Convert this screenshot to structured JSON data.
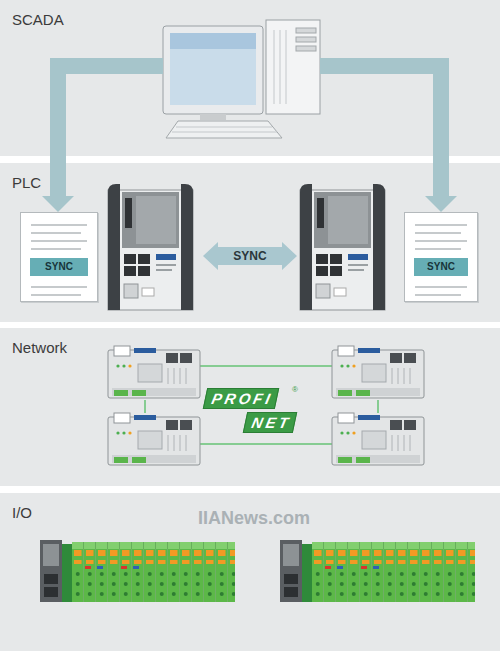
{
  "diagram": {
    "nodes": [
      {
        "text": [
          "SCADA"
        ]
      },
      {
        "text": [
          "PLC"
        ]
      },
      {
        "text": [
          "SYNC"
        ],
        "in": 1
      },
      {
        "text": [
          "SYNC"
        ],
        "in": 1
      },
      {
        "text": [
          "SYNC"
        ],
        "in": 1
      },
      {
        "text": [
          "Network"
        ]
      },
      {
        "text": [
          "PROFI",
          "NET"
        ],
        "in": 5
      },
      {
        "text": [
          "I/O"
        ]
      }
    ],
    "labels": [
      "®",
      "IIANews.com"
    ]
  }
}
